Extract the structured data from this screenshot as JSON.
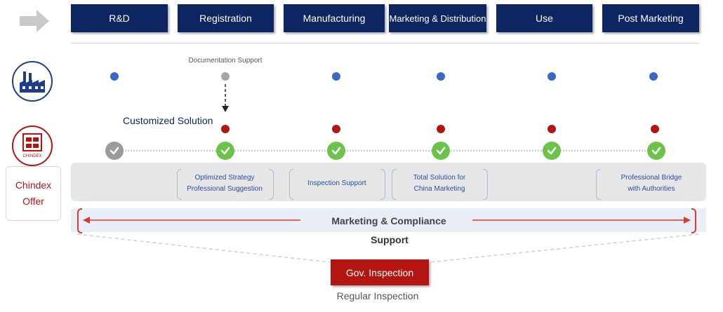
{
  "stages": [
    "R&D",
    "Registration",
    "Manufacturing",
    "Marketing & Distribution",
    "Use",
    "Post Marketing"
  ],
  "documentation_support": "Documentation Support",
  "customized_solution": "Customized Solution",
  "chindex_offer": [
    "Chindex",
    "Offer"
  ],
  "chindex_logo_text": "CHINDEX",
  "offers": [
    {
      "line1": "Optimized Strategy",
      "line2": "Professional Suggestion"
    },
    {
      "line1": "Inspection Support",
      "line2": ""
    },
    {
      "line1": "Total Solution for",
      "line2": "China Marketing"
    },
    {
      "line1": "Professional Bridge",
      "line2": "with Authorities"
    }
  ],
  "marketing_compliance": "Marketing & Compliance",
  "support": "Support",
  "gov_inspection": "Gov. Inspection",
  "regular_inspection": "Regular Inspection",
  "colors": {
    "navy": "#0d2561",
    "blue_dot": "#3c67c8",
    "red": "#b31512",
    "green": "#6cc24a",
    "grey": "#9b9b9b",
    "band": "#e6e6e6",
    "bar": "#e9eef6"
  },
  "icons": [
    "right-arrow-icon",
    "factory-icon",
    "chindex-logo-icon",
    "checkmark-icon",
    "double-arrow-icon"
  ]
}
